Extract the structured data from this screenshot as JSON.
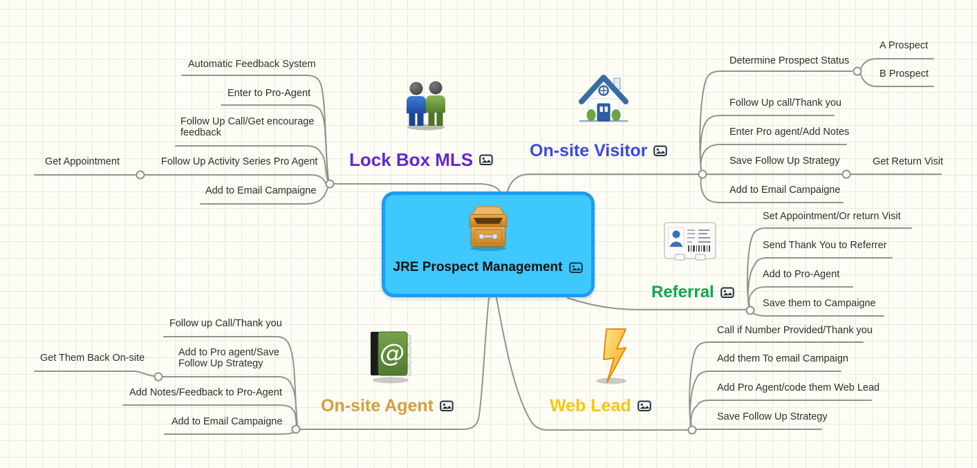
{
  "canvas": {
    "background": "#FDFDF6",
    "grid_color": "#E7EAD8"
  },
  "root": {
    "label": "JRE Prospect Management",
    "icon": "archive-drawer-icon",
    "fill_color": "#3EC8FD",
    "border_color": "#1E9CF2",
    "attachment_icon": "image-attachment-icon"
  },
  "branches": [
    {
      "label": "Lock Box MLS",
      "color": "#6527CE",
      "icon": "two-people-icon",
      "children": [
        {
          "label": "Automatic Feedback System"
        },
        {
          "label": "Enter to Pro-Agent"
        },
        {
          "label": "Follow Up Call/Get encourage feedback"
        },
        {
          "label": "Follow Up Activity Series Pro Agent",
          "children": [
            {
              "label": "Get Appointment"
            }
          ]
        },
        {
          "label": "Add to Email Campaigne"
        }
      ]
    },
    {
      "label": "On-site Visitor",
      "color": "#3D49DD",
      "icon": "house-icon",
      "children": [
        {
          "label": "Determine Prospect Status",
          "children": [
            {
              "label": "A Prospect"
            },
            {
              "label": "B Prospect"
            }
          ]
        },
        {
          "label": "Follow Up call/Thank you"
        },
        {
          "label": "Enter Pro agent/Add Notes"
        },
        {
          "label": "Save Follow Up Strategy",
          "children": [
            {
              "label": "Get Return Visit"
            }
          ]
        },
        {
          "label": "Add to Email Campaigne"
        }
      ]
    },
    {
      "label": "Referral",
      "color": "#0DA94D",
      "icon": "id-card-icon",
      "children": [
        {
          "label": "Set Appointment/Or return Visit"
        },
        {
          "label": "Send Thank You to Referrer"
        },
        {
          "label": "Add to Pro-Agent"
        },
        {
          "label": "Save them to Campaigne"
        }
      ]
    },
    {
      "label": "Web Lead",
      "color": "#F6C713",
      "icon": "lightning-icon",
      "children": [
        {
          "label": "Call if Number Provided/Thank you"
        },
        {
          "label": "Add them To email Campaign"
        },
        {
          "label": "Add Pro Agent/code them Web Lead"
        },
        {
          "label": "Save Follow Up Strategy"
        }
      ]
    },
    {
      "label": "On-site Agent",
      "color": "#D2A03E",
      "icon": "address-book-icon",
      "children": [
        {
          "label": "Follow up Call/Thank you"
        },
        {
          "label": "Add to Pro agent/Save Follow Up Strategy",
          "children": [
            {
              "label": "Get Them Back On-site"
            }
          ]
        },
        {
          "label": "Add Notes/Feedback to Pro-Agent"
        },
        {
          "label": "Add to Email Campaigne"
        }
      ]
    }
  ]
}
